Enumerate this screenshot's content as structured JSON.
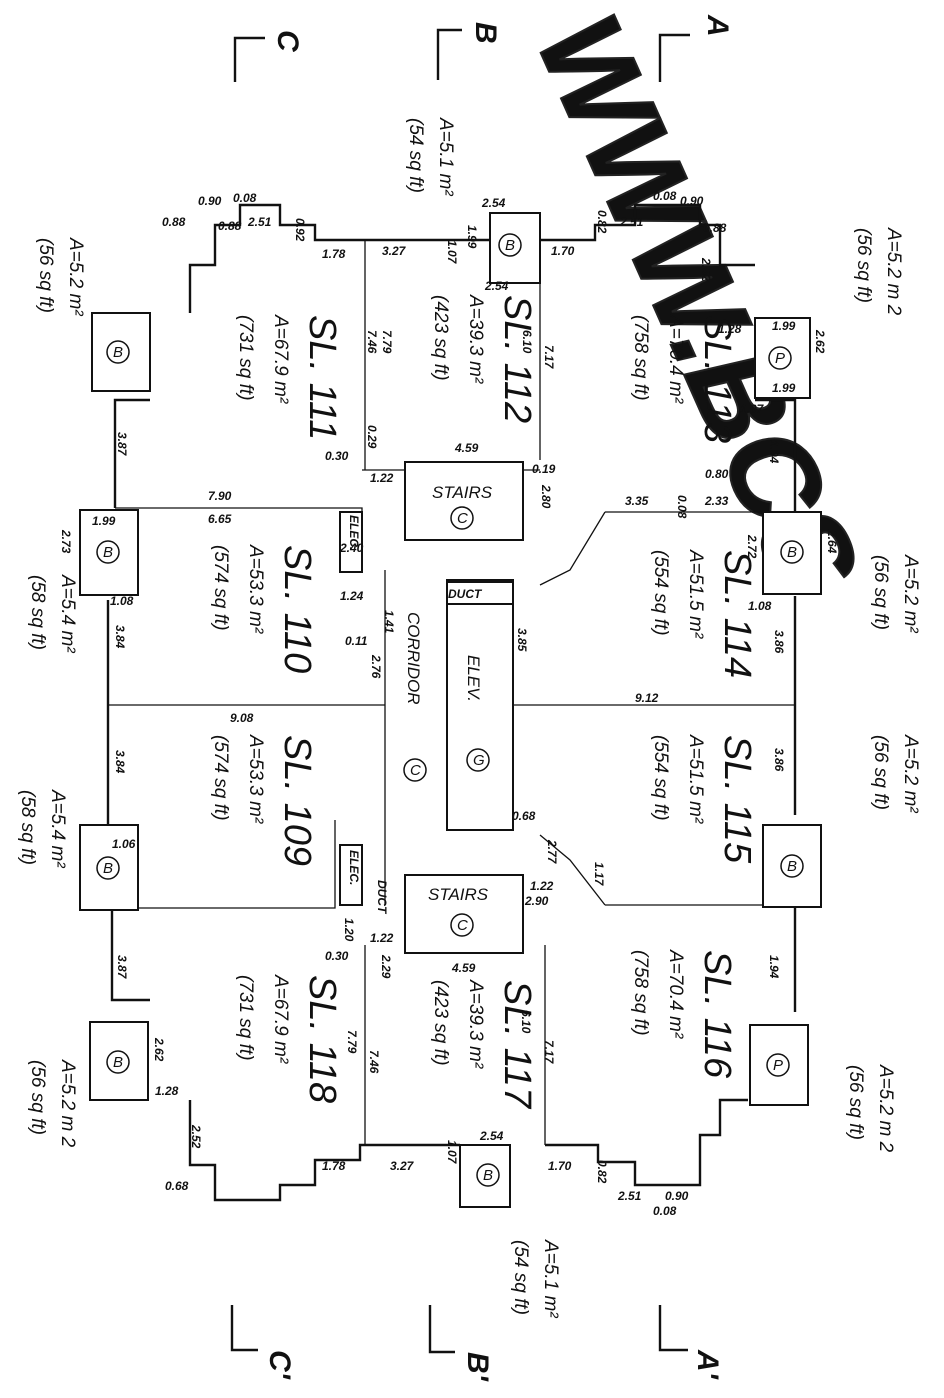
{
  "watermark": "WWW.BCS",
  "section_marks": {
    "a": "A",
    "a_prime": "A'",
    "b": "B",
    "b_prime": "B'",
    "c": "C",
    "c_prime": "C'"
  },
  "lots": {
    "sl111": {
      "name": "SL. 111",
      "area": "A=67.9 m²",
      "sqft": "(731 sq ft)"
    },
    "sl112": {
      "name": "SL. 112",
      "area": "A=39.3 m²",
      "sqft": "(423 sq ft)"
    },
    "sl113": {
      "name": "SL. 113",
      "area": "A=70.4 m²",
      "sqft": "(758 sq ft)"
    },
    "sl110": {
      "name": "SL. 110",
      "area": "A=53.3 m²",
      "sqft": "(574 sq ft)"
    },
    "sl114": {
      "name": "SL. 114",
      "area": "A=51.5 m²",
      "sqft": "(554 sq ft)"
    },
    "sl109": {
      "name": "SL. 109",
      "area": "A=53.3 m²",
      "sqft": "(574 sq ft)"
    },
    "sl115": {
      "name": "SL. 115",
      "area": "A=51.5 m²",
      "sqft": "(554 sq ft)"
    },
    "sl118": {
      "name": "SL. 118",
      "area": "A=67.9 m²",
      "sqft": "(731 sq ft)"
    },
    "sl117": {
      "name": "SL. 117",
      "area": "A=39.3 m²",
      "sqft": "(423 sq ft)"
    },
    "sl116": {
      "name": "SL. 116",
      "area": "A=70.4 m²",
      "sqft": "(758 sq ft)"
    }
  },
  "common": {
    "stairs": "STAIRS",
    "corridor": "CORRIDOR",
    "elev": "ELEV.",
    "duct": "DUCT",
    "elec": "ELEC.",
    "c": "C",
    "b": "B",
    "p": "P",
    "g": "G"
  },
  "balconies": {
    "b1": {
      "area": "A=5.2 m²",
      "sqft": "(56 sq ft)"
    },
    "b2": {
      "area": "A=5.1 m²",
      "sqft": "(54 sq ft)"
    },
    "b3": {
      "area": "A=5.2 m 2",
      "sqft": "(56 sq ft)"
    },
    "b4": {
      "area": "A=5.2 m²",
      "sqft": "(56 sq ft)"
    },
    "b5": {
      "area": "A=5.4 m²",
      "sqft": "(58 sq ft)"
    },
    "b6": {
      "area": "A=5.2 m²",
      "sqft": "(56 sq ft)"
    },
    "b7": {
      "area": "A=5.4 m²",
      "sqft": "(58 sq ft)"
    },
    "b8": {
      "area": "A=5.2 m 2",
      "sqft": "(56 sq ft)"
    },
    "b9": {
      "area": "A=5.2 m 2",
      "sqft": "(56 sq ft)"
    },
    "b10": {
      "area": "A=5.1 m²",
      "sqft": "(54 sq ft)"
    }
  },
  "dims": {
    "d1": "0.90",
    "d2": "0.08",
    "d3": "2.51",
    "d4": "0.92",
    "d5": "0.88",
    "d6": "0.88",
    "d7": "1.78",
    "d8": "3.27",
    "d9": "2.54",
    "d10": "1.99",
    "d11": "1.07",
    "d12": "2.54",
    "d13": "1.70",
    "d14": "0.82",
    "d15": "2.51",
    "d16": "0.08",
    "d17": "0.90",
    "d18": "0.88",
    "d19": "2.52",
    "d20": "1.28",
    "d21": "2.62",
    "d22": "1.99",
    "d23": "1.99",
    "d24": "1.07",
    "d25": "3.87",
    "d26": "7.46",
    "d27": "7.79",
    "d28": "6.10",
    "d29": "7.17",
    "d30": "4.59",
    "d31": "0.29",
    "d32": "0.30",
    "d33": "1.22",
    "d34": "0.19",
    "d35": "2.80",
    "d36": "7.90",
    "d37": "6.65",
    "d38": "3.35",
    "d39": "0.08",
    "d40": "2.33",
    "d41": "0.80",
    "d42": "1.94",
    "d43": "1.99",
    "d44": "2.73",
    "d45": "1.08",
    "d46": "3.84",
    "d47": "2.64",
    "d48": "2.72",
    "d49": "1.08",
    "d50": "3.86",
    "d51": "1.24",
    "d52": "1.41",
    "d53": "0.11",
    "d54": "2.76",
    "d55": "2.40",
    "d56": "9.08",
    "d57": "9.12",
    "d58": "3.85",
    "d59": "0.68",
    "d60": "1.22",
    "d61": "2.90",
    "d62": "1.17",
    "d63": "2.77",
    "d64": "1.20",
    "d65": "1.06",
    "d66": "0.68",
    "d67": "2.62",
    "d68": "1.28",
    "d69": "2.52",
    "d70": "1.78",
    "d71": "3.27",
    "d72": "2.54",
    "d73": "1.07",
    "d74": "1.70",
    "d75": "0.82",
    "d76": "2.51",
    "d77": "0.08",
    "d78": "0.90",
    "d79": "7.46",
    "d80": "7.79",
    "d81": "6.10",
    "d82": "7.17",
    "d83": "1.94",
    "d84": "3.86",
    "d85": "3.84",
    "d86": "3.87",
    "d87": "0.30",
    "d88": "1.22",
    "d89": "2.29",
    "d90": "4.59"
  }
}
